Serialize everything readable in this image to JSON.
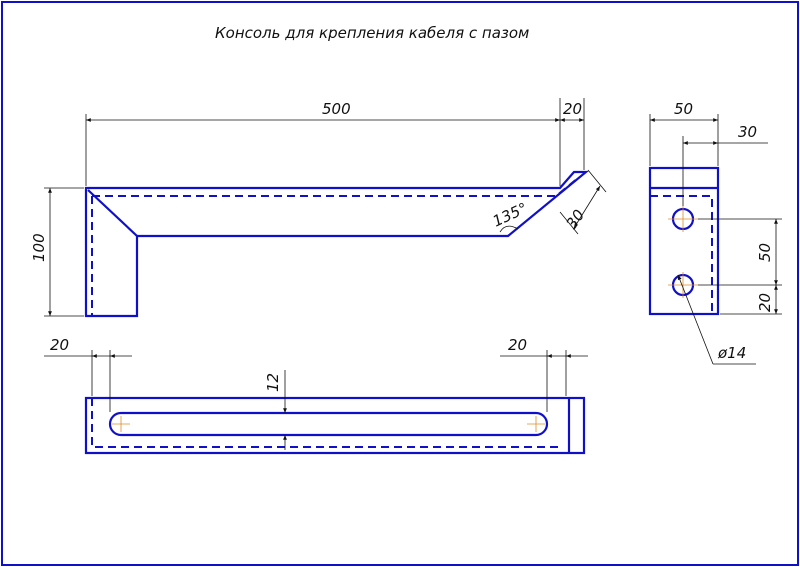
{
  "drawing": {
    "title": "Консоль для крепления кабеля с пазом",
    "colors": {
      "frame": "#1010c8",
      "object_line": "#1010c8",
      "dimension_line": "#111111",
      "center_line": "#e08a2a"
    },
    "front_view": {
      "dim_length": "500",
      "dim_tip": "20",
      "dim_height": "100",
      "dim_angle": "135°",
      "dim_width": "30"
    },
    "side_view": {
      "dim_width": "50",
      "dim_hole_offset": "30",
      "dim_hole_spacing": "50",
      "dim_bottom": "20",
      "dim_hole_diameter": "ø14"
    },
    "top_view": {
      "dim_left": "20",
      "dim_right": "20",
      "dim_slot": "12"
    }
  }
}
